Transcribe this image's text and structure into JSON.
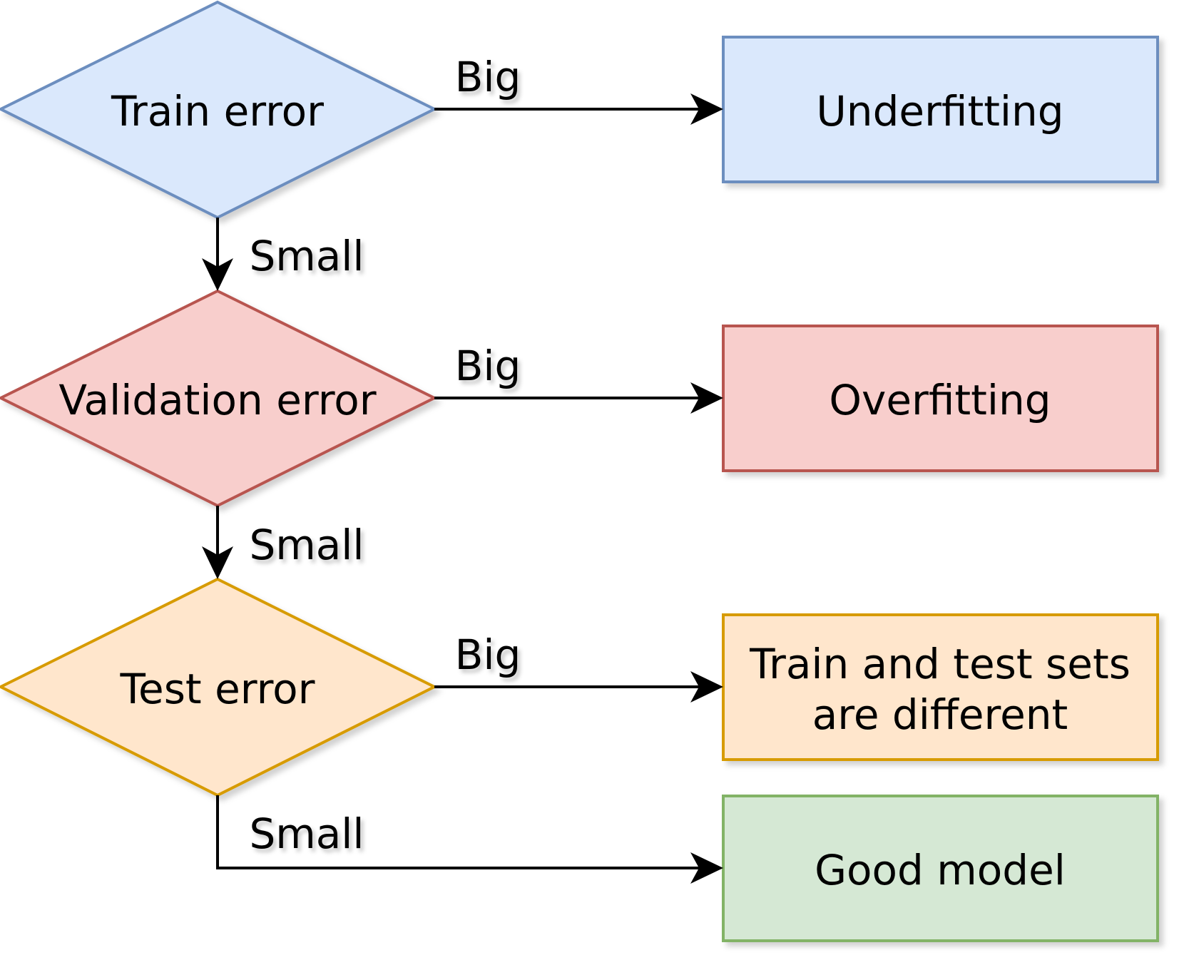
{
  "nodes": {
    "train_error": {
      "label": "Train error",
      "fill": "#dae8fc",
      "stroke": "#6c8ebf"
    },
    "validation_error": {
      "label": "Validation error",
      "fill": "#f8cecc",
      "stroke": "#b85450"
    },
    "test_error": {
      "label": "Test error",
      "fill": "#ffe6cc",
      "stroke": "#d79b00"
    },
    "underfitting": {
      "label": "Underfitting",
      "fill": "#dae8fc",
      "stroke": "#6c8ebf"
    },
    "overfitting": {
      "label": "Overfitting",
      "fill": "#f8cecc",
      "stroke": "#b85450"
    },
    "train_test_different": {
      "label_line1": "Train and test sets",
      "label_line2": "are different",
      "fill": "#ffe6cc",
      "stroke": "#d79b00"
    },
    "good_model": {
      "label": "Good model",
      "fill": "#d5e8d4",
      "stroke": "#82b366"
    }
  },
  "edges": {
    "train_big": "Big",
    "train_small": "Small",
    "validation_big": "Big",
    "validation_small": "Small",
    "test_big": "Big",
    "test_small": "Small"
  }
}
